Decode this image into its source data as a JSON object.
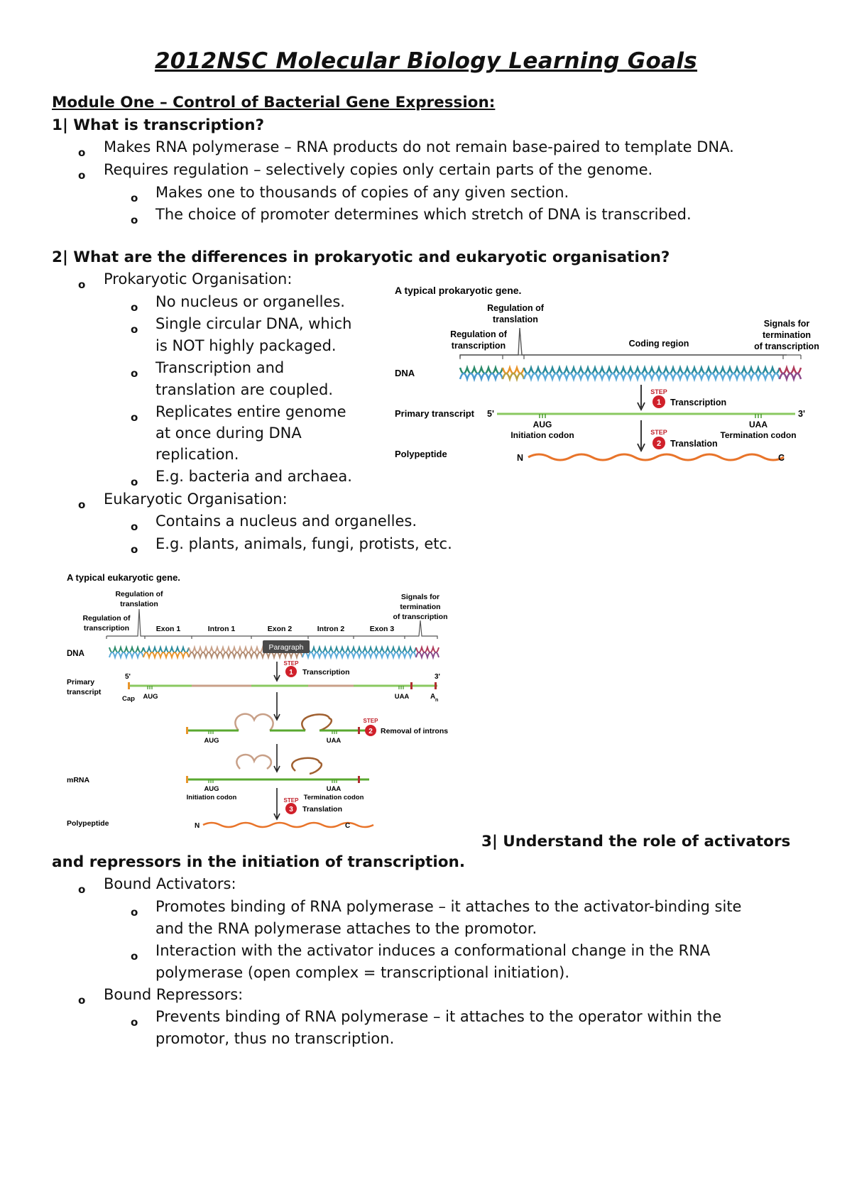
{
  "title": "2012NSC Molecular Biology Learning Goals",
  "module": "Module One – Control of Bacterial Gene Expression:",
  "bullet": "o",
  "q1": {
    "heading": "1| What is transcription?",
    "items": [
      "Makes RNA polymerase – RNA products do not remain base-paired to template DNA.",
      "Requires regulation – selectively copies only certain parts of the genome.",
      "Makes one to thousands of copies of any given section.",
      "The choice of promoter determines which stretch of DNA is transcribed."
    ]
  },
  "q2": {
    "heading": "2| What are the differences in prokaryotic and eukaryotic organisation?",
    "pro_label": "Prokaryotic Organisation:",
    "pro_lines": [
      "No nucleus or organelles.",
      "Single circular DNA, which",
      "is NOT highly packaged.",
      "Transcription and",
      "translation are coupled.",
      "Replicates entire genome",
      "at once during DNA",
      "replication.",
      "E.g. bacteria and archaea."
    ],
    "euk_label": "Eukaryotic Organisation:",
    "euk_items": [
      "Contains a nucleus and organelles.",
      "E.g. plants, animals, fungi, protists, etc."
    ]
  },
  "q3": {
    "heading_a": "3| Understand the role of activators",
    "heading_b": "and repressors in the initiation of transcription.",
    "act_label": "Bound Activators:",
    "act_lines": [
      "Promotes binding of RNA polymerase – it attaches to the activator-binding site",
      "and the RNA polymerase attaches to the promotor.",
      "Interaction with the activator induces a conformational change in the RNA",
      "polymerase (open complex = transcriptional initiation)."
    ],
    "rep_label": "Bound Repressors:",
    "rep_lines": [
      "Prevents binding of RNA polymerase – it attaches to the operator within the",
      "promotor, thus no transcription."
    ]
  },
  "prok_fig": {
    "title": "A typical prokaryotic gene.",
    "reg_translation": [
      "Regulation of",
      "translation"
    ],
    "reg_transcription": [
      "Regulation of",
      "transcription"
    ],
    "coding": "Coding region",
    "signals": [
      "Signals for",
      "termination",
      "of transcription"
    ],
    "dna": "DNA",
    "primary": "Primary transcript",
    "five": "5'",
    "three": "3'",
    "step": "STEP",
    "n1": "1",
    "n2": "2",
    "transcription": "Transcription",
    "translation": "Translation",
    "aug": "AUG",
    "init": "Initiation codon",
    "uaa": "UAA",
    "term": "Termination codon",
    "polypeptide": "Polypeptide",
    "n": "N",
    "c": "C"
  },
  "euk_fig": {
    "title": "A typical eukaryotic gene.",
    "reg_translation": [
      "Regulation of",
      "translation"
    ],
    "reg_transcription": [
      "Regulation of",
      "transcription"
    ],
    "exon1": "Exon 1",
    "intron1": "Intron 1",
    "exon2": "Exon 2",
    "intron2": "Intron 2",
    "exon3": "Exon 3",
    "signals": [
      "Signals for",
      "termination",
      "of transcription"
    ],
    "dna": "DNA",
    "tooltip": "Paragraph",
    "primary": [
      "Primary",
      "transcript"
    ],
    "five": "5'",
    "three": "3'",
    "cap": "Cap",
    "an": "A",
    "n_sub": "n",
    "step": "STEP",
    "n1": "1",
    "n2": "2",
    "n3": "3",
    "transcription": "Transcription",
    "removal": "Removal of introns",
    "translation": "Translation",
    "aug": "AUG",
    "uaa": "UAA",
    "init": "Initiation codon",
    "term": "Termination codon",
    "mrna": "mRNA",
    "polypeptide": "Polypeptide",
    "n": "N",
    "c": "C"
  }
}
